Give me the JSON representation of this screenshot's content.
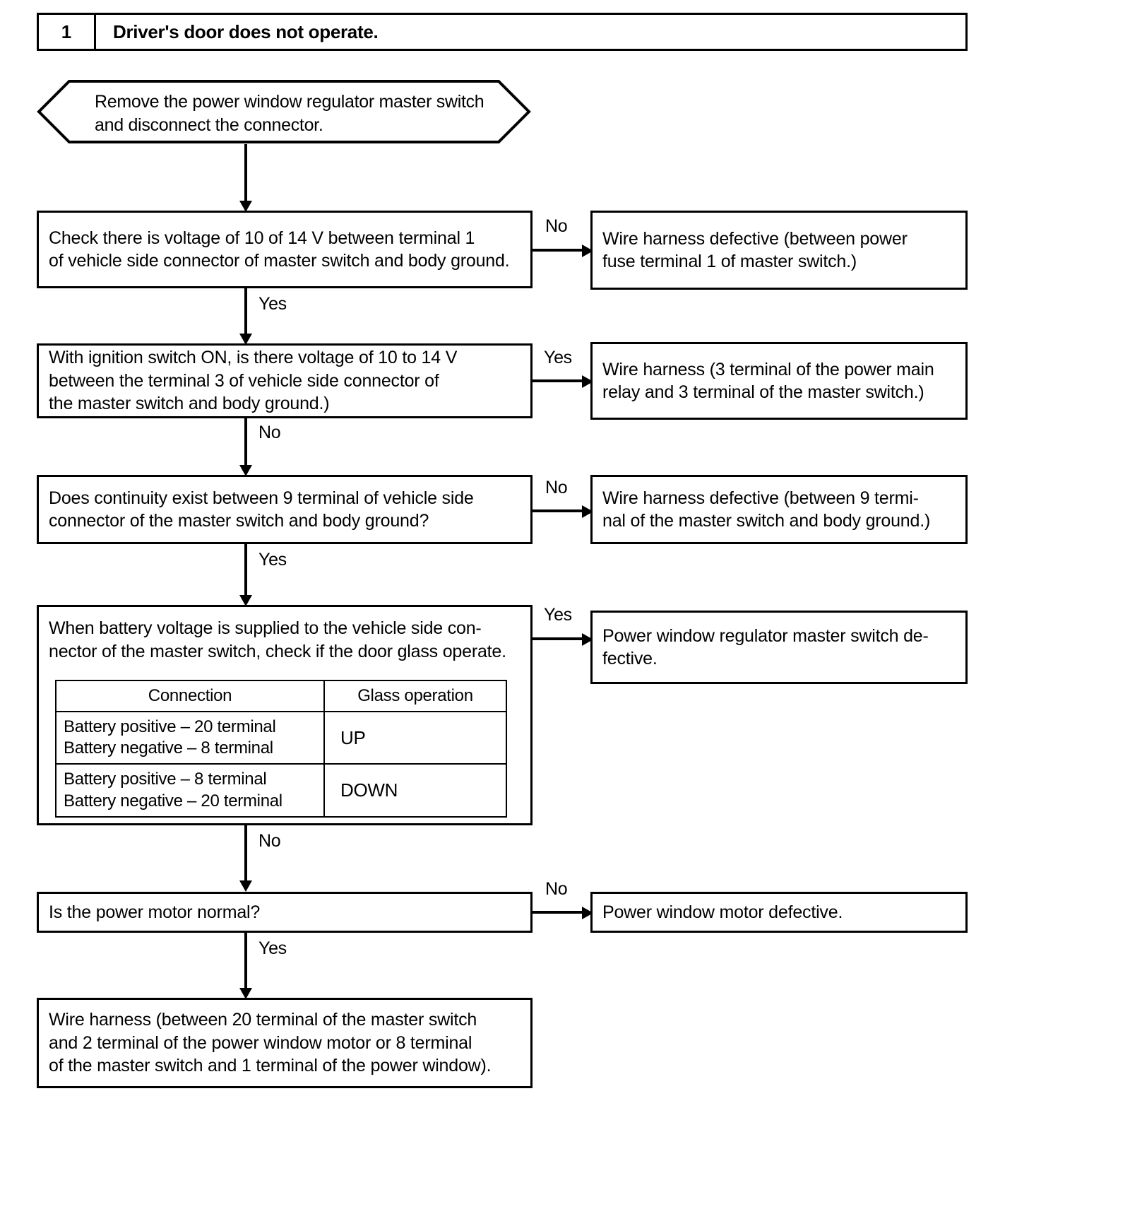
{
  "header": {
    "number": "1",
    "title": "Driver's door does not operate."
  },
  "prep_step": {
    "text": "Remove the power window regulator master switch\nand disconnect the connector."
  },
  "steps": [
    {
      "id": "check-voltage-terminal-1",
      "question": "Check there is voltage of 10 of 14 V between terminal 1\nof vehicle side connector of master switch and body ground.",
      "branch_to_result": "No",
      "branch_to_next": "Yes",
      "result": "Wire harness defective (between power\nfuse terminal 1 of master switch.)"
    },
    {
      "id": "check-voltage-terminal-3",
      "question": "With ignition switch ON, is there voltage of 10 to 14 V\nbetween the terminal 3 of vehicle side connector of\nthe master switch and body ground.)",
      "branch_to_result": "Yes",
      "branch_to_next": "No",
      "result": "Wire harness (3 terminal of the power main\nrelay and 3 terminal of the master switch.)"
    },
    {
      "id": "check-continuity-terminal-9",
      "question": "Does continuity exist between 9 terminal of vehicle side\nconnector of the master switch and body ground?",
      "branch_to_result": "No",
      "branch_to_next": "Yes",
      "result": "Wire harness defective (between 9 termi-\nnal of the master switch and body ground.)"
    },
    {
      "id": "check-door-glass-operation",
      "question": "When battery voltage is supplied to the vehicle side con-\nnector of the master switch, check if the door glass operate.",
      "branch_to_result": "Yes",
      "branch_to_next": "No",
      "result": "Power window regulator master switch de-\nfective."
    },
    {
      "id": "check-power-motor",
      "question": "Is the power motor normal?",
      "branch_to_result": "No",
      "branch_to_next": "Yes",
      "result": "Power window motor defective."
    }
  ],
  "final_result": {
    "text": "Wire harness (between 20 terminal of the master switch\nand 2 terminal of the power window motor or 8 terminal\nof the master switch and 1 terminal of the power window)."
  },
  "glass_table": {
    "headers": [
      "Connection",
      "Glass operation"
    ],
    "rows": [
      {
        "connection": "Battery positive – 20 terminal\nBattery negative – 8 terminal",
        "operation": "UP"
      },
      {
        "connection": "Battery positive – 8 terminal\nBattery negative – 20 terminal",
        "operation": "DOWN"
      }
    ]
  },
  "colors": {
    "line": "#000000",
    "background": "#ffffff"
  }
}
